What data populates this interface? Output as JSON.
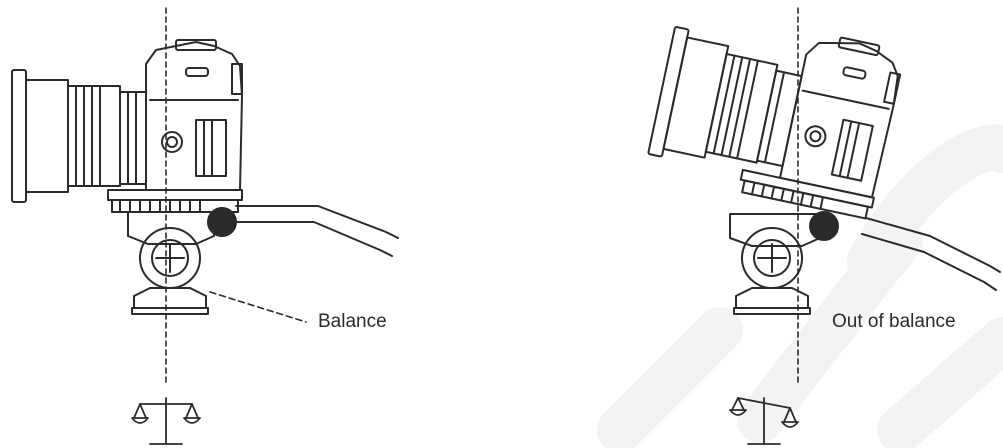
{
  "diagram": {
    "panels": [
      {
        "id": "balanced",
        "label": "Balance",
        "state": "balanced"
      },
      {
        "id": "unbalanced",
        "label": "Out of balance",
        "state": "tilted"
      }
    ],
    "colors": {
      "line": "#2b2b2b",
      "watermark": "#f4f4f4"
    },
    "icons": [
      "camera-icon",
      "lens-icon",
      "fluid-head-icon",
      "pan-arm-icon",
      "balance-scale-icon"
    ]
  }
}
